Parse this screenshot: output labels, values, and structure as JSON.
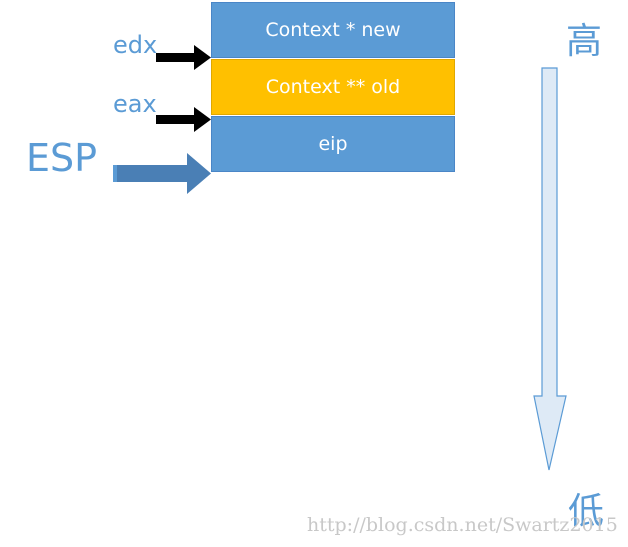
{
  "stack_cells": [
    {
      "label": "Context * new",
      "color": "#5b9bd5"
    },
    {
      "label": "Context ** old",
      "color": "#ffc000"
    },
    {
      "label": "eip",
      "color": "#5b9bd5"
    }
  ],
  "pointers": {
    "edx": "edx",
    "eax": "eax",
    "esp": "ESP"
  },
  "direction": {
    "high": "高",
    "low": "低"
  },
  "watermark": "http://blog.csdn.net/Swartz2015",
  "colors": {
    "accent_blue": "#5b9bd5",
    "highlight_yellow": "#ffc000",
    "arrow_black": "#000000",
    "esp_arrow": "#4a7fb5"
  }
}
